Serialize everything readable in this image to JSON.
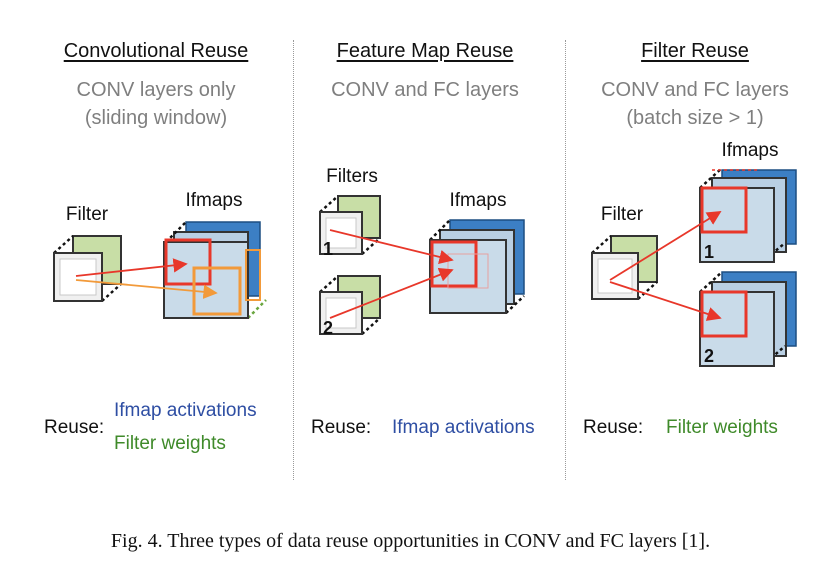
{
  "panels": [
    {
      "title": "Convolutional Reuse",
      "subtitle_line1": "CONV layers only",
      "subtitle_line2": "(sliding window)",
      "label_a": "Filter",
      "label_b": "Ifmaps",
      "reuse_label": "Reuse:",
      "reuse_item1": "Ifmap activations",
      "reuse_item2": "Filter weights"
    },
    {
      "title": "Feature Map Reuse",
      "subtitle_line1": "CONV and FC layers",
      "label_a": "Filters",
      "label_b": "Ifmaps",
      "num1": "1",
      "num2": "2",
      "reuse_label": "Reuse:",
      "reuse_item1": "Ifmap activations"
    },
    {
      "title": "Filter Reuse",
      "subtitle_line1": "CONV and FC layers",
      "subtitle_line2": "(batch size > 1)",
      "label_a": "Filter",
      "label_b": "Ifmaps",
      "num1": "1",
      "num2": "2",
      "reuse_label": "Reuse:",
      "reuse_item1": "Filter weights"
    }
  ],
  "caption": "Fig. 4.  Three types of data reuse opportunities in CONV and FC layers [1].",
  "colors": {
    "activation_text": "#2e4ea3",
    "weight_text": "#3f8a2a",
    "filter_green": "#c8dea6",
    "ifmap_blue": "#3c7fc4",
    "ifmap_light": "#c9dbe9",
    "highlight_red": "#e8372a",
    "highlight_orange": "#f29a3a"
  }
}
